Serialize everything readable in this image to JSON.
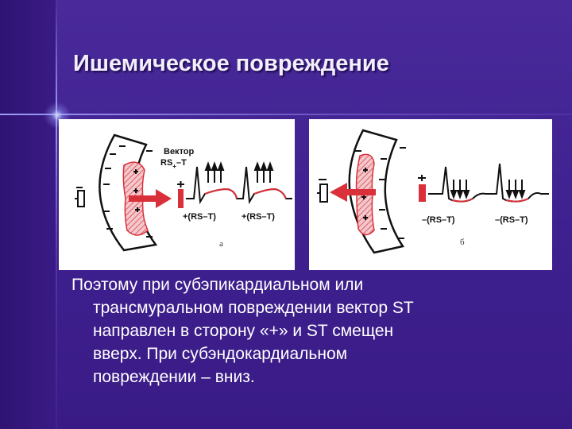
{
  "slide": {
    "title": "Ишемическое повреждение",
    "body_lines": [
      "Поэтому при субэпикардиальном или",
      "трансмуральном повреждении вектор ST",
      "направлен в сторону «+» и ST смещен",
      "вверх. При субэндокардиальном",
      "повреждении – вниз."
    ]
  },
  "figure_a": {
    "vector_label_line1": "Вектор",
    "vector_label_line2": "RS",
    "vector_label_sub": "+",
    "vector_label_line2b": "–T",
    "left_lead_label": "+(RS–T)",
    "right_lead_label": "+(RS–T)",
    "panel_letter": "а"
  },
  "figure_b": {
    "left_lead_label": "–(RS–T)",
    "right_lead_label": "–(RS–T)",
    "panel_letter": "б"
  },
  "colors": {
    "background": "#3d1f8e",
    "injury_red": "#d9303a",
    "ecg_line": "#111111"
  }
}
